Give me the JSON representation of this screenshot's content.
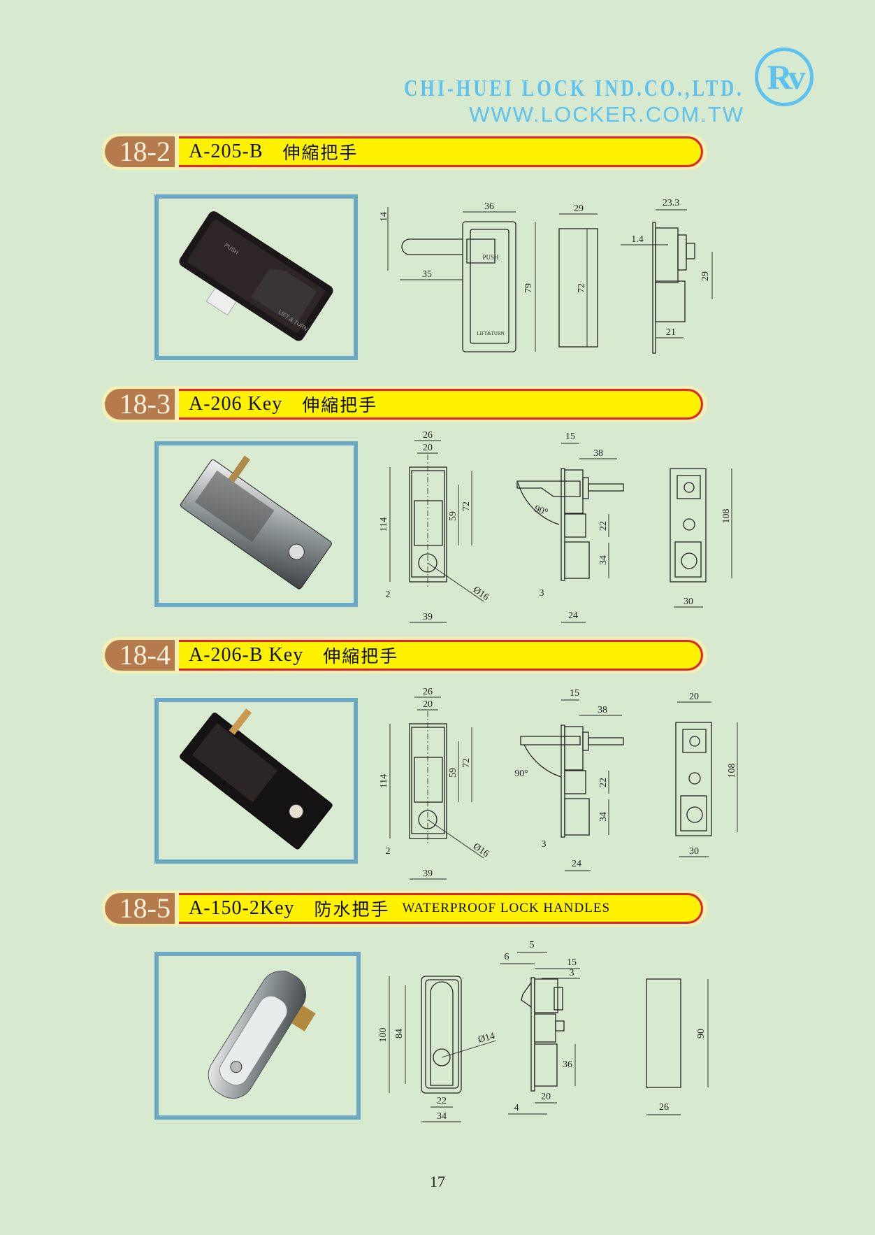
{
  "header": {
    "company": "CHI-HUEI LOCK IND.CO.,LTD.",
    "website": "WWW.LOCKER.COM.TW",
    "logo_text": "Rv"
  },
  "colors": {
    "background": "#d7eacf",
    "brand_blue": "#5ec2ef",
    "badge": "#b67b4c",
    "bar": "#fff200",
    "bar_border": "#e0262a",
    "photo_frame": "#6aa8c3"
  },
  "sections": [
    {
      "number": "18-2",
      "model": "A-205-B",
      "name_cn": "伸縮把手",
      "drawing": {
        "push": "PUSH",
        "lift_turn": "LIFT&TURN",
        "photo_push": "PUSH",
        "photo_lift": "LIFT & TURN",
        "dims": [
          "36",
          "79",
          "14",
          "35",
          "29",
          "72",
          "23.3",
          "1.4",
          "29",
          "21"
        ]
      }
    },
    {
      "number": "18-3",
      "model": "A-206 Key",
      "name_cn": "伸縮把手",
      "drawing": {
        "dims": [
          "26",
          "20",
          "114",
          "72",
          "59",
          "Ø16",
          "2",
          "39",
          "15",
          "38",
          "90°",
          "22",
          "34",
          "3",
          "24",
          "108",
          "30"
        ]
      }
    },
    {
      "number": "18-4",
      "model": "A-206-B Key",
      "name_cn": "伸縮把手",
      "drawing": {
        "dims": [
          "26",
          "20",
          "114",
          "72",
          "59",
          "Ø16",
          "2",
          "39",
          "15",
          "38",
          "90°",
          "22",
          "34",
          "3",
          "24",
          "20",
          "108",
          "30"
        ]
      }
    },
    {
      "number": "18-5",
      "model": "A-150-2Key",
      "name_cn": "防水把手",
      "name_en": "WATERPROOF LOCK HANDLES",
      "drawing": {
        "dims": [
          "100",
          "84",
          "Ø14",
          "22",
          "34",
          "5",
          "6",
          "15",
          "3",
          "36",
          "20",
          "4",
          "90",
          "26"
        ]
      }
    }
  ],
  "page_number": "17"
}
